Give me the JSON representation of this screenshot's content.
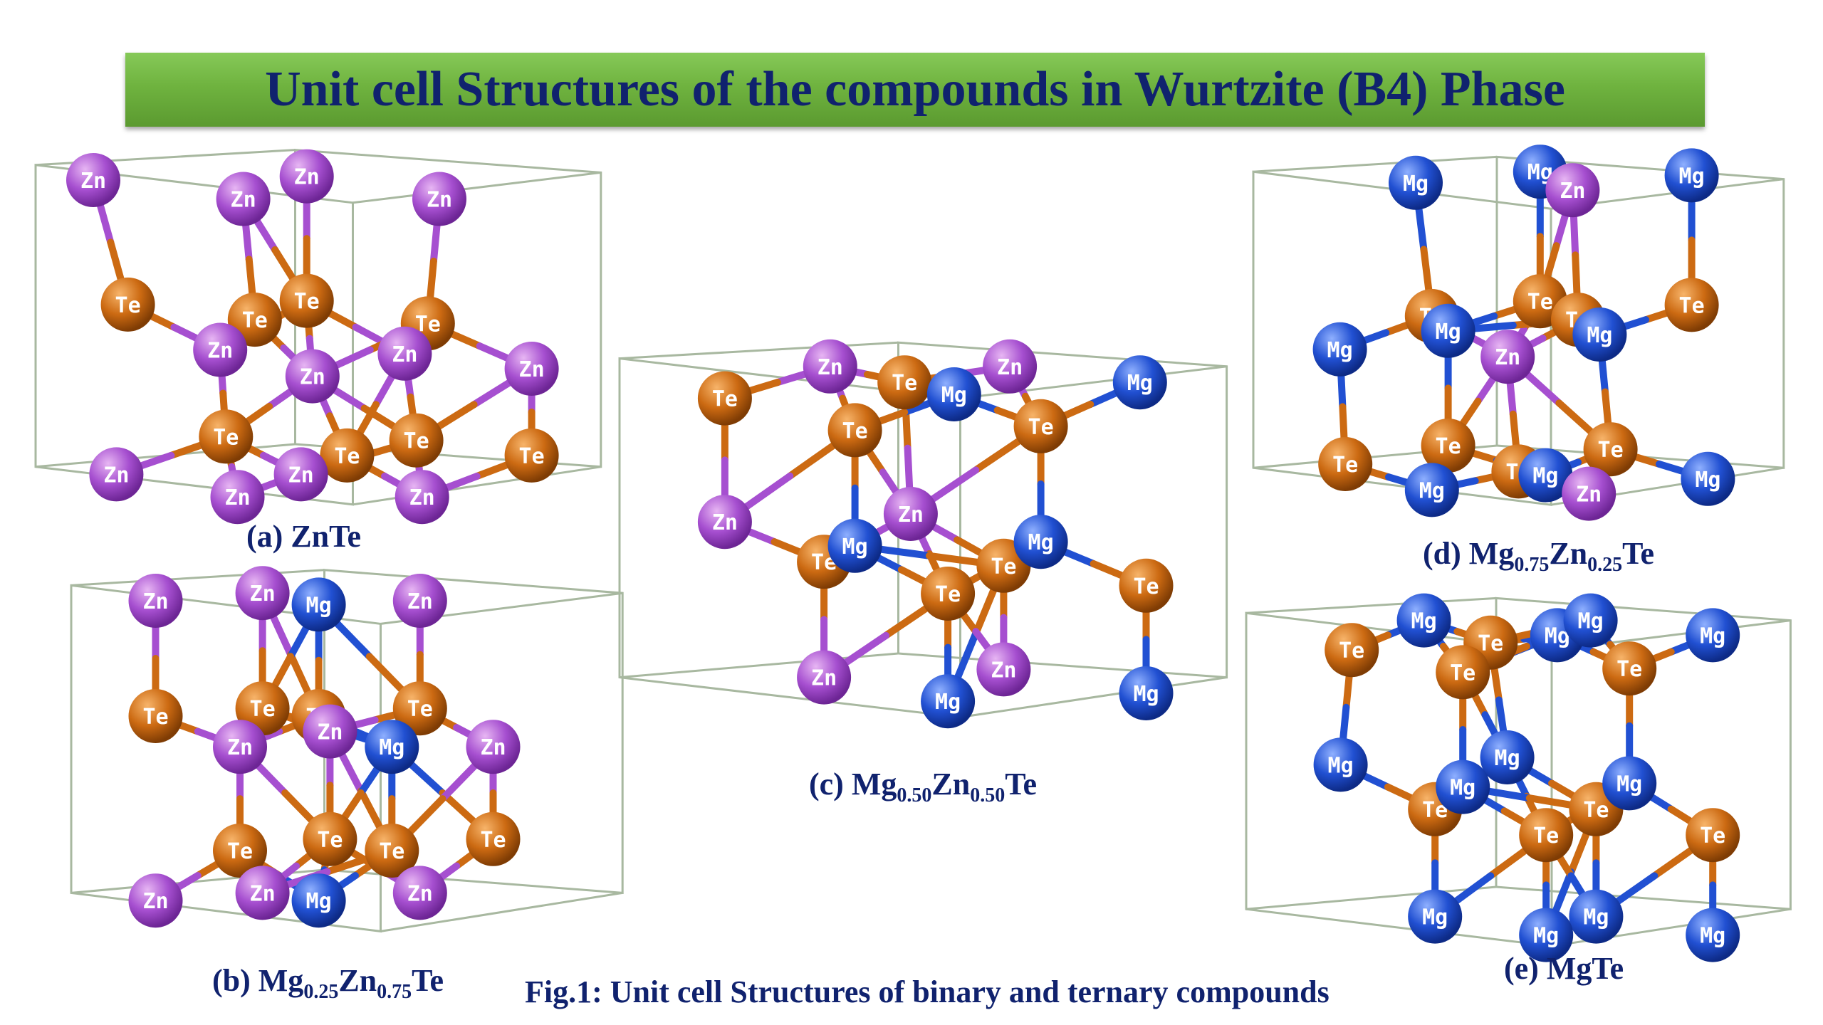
{
  "banner": {
    "title": "Unit cell Structures of the compounds in Wurtzite (B4) Phase"
  },
  "figure_caption": "Fig.1: Unit cell Structures of binary and ternary compounds",
  "colors": {
    "Zn": "#a64fd0",
    "Te": "#cc6a12",
    "Mg": "#2150d2",
    "cell": "#a8b8a0",
    "text": "#10226e",
    "banner": "#6fb33f"
  },
  "panels": [
    {
      "id": "a",
      "caption_prefix": "(a) ",
      "caption_formula": [
        "ZnTe"
      ],
      "atoms": [
        [
          "Zn",
          0.1,
          0.1
        ],
        [
          "Zn",
          0.36,
          0.15
        ],
        [
          "Zn",
          0.47,
          0.09
        ],
        [
          "Zn",
          0.7,
          0.15
        ],
        [
          "Te",
          0.16,
          0.43
        ],
        [
          "Te",
          0.38,
          0.47
        ],
        [
          "Te",
          0.47,
          0.42
        ],
        [
          "Te",
          0.68,
          0.48
        ],
        [
          "Zn",
          0.32,
          0.55
        ],
        [
          "Zn",
          0.48,
          0.62
        ],
        [
          "Zn",
          0.64,
          0.56
        ],
        [
          "Zn",
          0.86,
          0.6
        ],
        [
          "Te",
          0.33,
          0.78
        ],
        [
          "Te",
          0.54,
          0.83
        ],
        [
          "Te",
          0.66,
          0.79
        ],
        [
          "Te",
          0.86,
          0.83
        ],
        [
          "Zn",
          0.14,
          0.88
        ],
        [
          "Zn",
          0.35,
          0.94
        ],
        [
          "Zn",
          0.46,
          0.88
        ],
        [
          "Zn",
          0.67,
          0.94
        ]
      ]
    },
    {
      "id": "b",
      "caption_prefix": "(b) ",
      "caption_formula": [
        "Mg",
        "0.25",
        "Zn",
        "0.75",
        "Te"
      ],
      "atoms": [
        [
          "Zn",
          0.15,
          0.1
        ],
        [
          "Zn",
          0.34,
          0.08
        ],
        [
          "Mg",
          0.44,
          0.11
        ],
        [
          "Zn",
          0.62,
          0.1
        ],
        [
          "Te",
          0.15,
          0.4
        ],
        [
          "Te",
          0.34,
          0.38
        ],
        [
          "Te",
          0.44,
          0.4
        ],
        [
          "Te",
          0.62,
          0.38
        ],
        [
          "Zn",
          0.3,
          0.48
        ],
        [
          "Zn",
          0.46,
          0.44
        ],
        [
          "Mg",
          0.57,
          0.48
        ],
        [
          "Zn",
          0.75,
          0.48
        ],
        [
          "Te",
          0.3,
          0.75
        ],
        [
          "Te",
          0.46,
          0.72
        ],
        [
          "Te",
          0.57,
          0.75
        ],
        [
          "Te",
          0.75,
          0.72
        ],
        [
          "Zn",
          0.15,
          0.88
        ],
        [
          "Zn",
          0.34,
          0.86
        ],
        [
          "Mg",
          0.44,
          0.88
        ],
        [
          "Zn",
          0.62,
          0.86
        ]
      ]
    },
    {
      "id": "c",
      "caption_prefix": "(c) ",
      "caption_formula": [
        "Mg",
        "0.50",
        "Zn",
        "0.50",
        "Te"
      ],
      "atoms": [
        [
          "Zn",
          0.34,
          0.08
        ],
        [
          "Te",
          0.46,
          0.12
        ],
        [
          "Mg",
          0.54,
          0.15
        ],
        [
          "Zn",
          0.63,
          0.08
        ],
        [
          "Mg",
          0.84,
          0.12
        ],
        [
          "Te",
          0.17,
          0.16
        ],
        [
          "Te",
          0.38,
          0.24
        ],
        [
          "Te",
          0.68,
          0.23
        ],
        [
          "Zn",
          0.17,
          0.47
        ],
        [
          "Zn",
          0.47,
          0.45
        ],
        [
          "Te",
          0.33,
          0.57
        ],
        [
          "Mg",
          0.38,
          0.53
        ],
        [
          "Te",
          0.62,
          0.58
        ],
        [
          "Mg",
          0.68,
          0.52
        ],
        [
          "Te",
          0.53,
          0.65
        ],
        [
          "Te",
          0.85,
          0.63
        ],
        [
          "Zn",
          0.33,
          0.86
        ],
        [
          "Zn",
          0.62,
          0.84
        ],
        [
          "Mg",
          0.53,
          0.92
        ],
        [
          "Mg",
          0.85,
          0.9
        ]
      ]
    },
    {
      "id": "d",
      "caption_prefix": "(d) ",
      "caption_formula": [
        "Mg",
        "0.75",
        "Zn",
        "0.25",
        "Te"
      ],
      "atoms": [
        [
          "Mg",
          0.3,
          0.09
        ],
        [
          "Mg",
          0.53,
          0.06
        ],
        [
          "Zn",
          0.59,
          0.11
        ],
        [
          "Mg",
          0.81,
          0.07
        ],
        [
          "Te",
          0.33,
          0.45
        ],
        [
          "Te",
          0.53,
          0.41
        ],
        [
          "Te",
          0.6,
          0.46
        ],
        [
          "Te",
          0.81,
          0.42
        ],
        [
          "Mg",
          0.16,
          0.54
        ],
        [
          "Mg",
          0.36,
          0.49
        ],
        [
          "Zn",
          0.47,
          0.56
        ],
        [
          "Mg",
          0.64,
          0.5
        ],
        [
          "Te",
          0.17,
          0.85
        ],
        [
          "Te",
          0.36,
          0.8
        ],
        [
          "Te",
          0.49,
          0.87
        ],
        [
          "Te",
          0.66,
          0.81
        ],
        [
          "Mg",
          0.33,
          0.92
        ],
        [
          "Mg",
          0.54,
          0.88
        ],
        [
          "Zn",
          0.62,
          0.93
        ],
        [
          "Mg",
          0.84,
          0.89
        ]
      ]
    },
    {
      "id": "e",
      "caption_prefix": "(e) ",
      "caption_formula": [
        "MgTe"
      ],
      "atoms": [
        [
          "Mg",
          0.32,
          0.08
        ],
        [
          "Te",
          0.44,
          0.14
        ],
        [
          "Mg",
          0.56,
          0.12
        ],
        [
          "Mg",
          0.62,
          0.08
        ],
        [
          "Mg",
          0.84,
          0.12
        ],
        [
          "Te",
          0.19,
          0.16
        ],
        [
          "Te",
          0.39,
          0.22
        ],
        [
          "Te",
          0.69,
          0.21
        ],
        [
          "Mg",
          0.17,
          0.47
        ],
        [
          "Mg",
          0.47,
          0.45
        ],
        [
          "Te",
          0.34,
          0.59
        ],
        [
          "Mg",
          0.39,
          0.53
        ],
        [
          "Te",
          0.63,
          0.59
        ],
        [
          "Mg",
          0.69,
          0.52
        ],
        [
          "Te",
          0.54,
          0.66
        ],
        [
          "Te",
          0.84,
          0.66
        ],
        [
          "Mg",
          0.34,
          0.88
        ],
        [
          "Mg",
          0.63,
          0.88
        ],
        [
          "Mg",
          0.54,
          0.93
        ],
        [
          "Mg",
          0.84,
          0.93
        ]
      ]
    }
  ]
}
